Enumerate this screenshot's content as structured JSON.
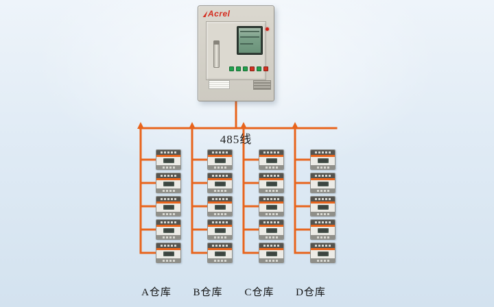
{
  "colors": {
    "accent": "#e8641c",
    "background": "#dfeaf4",
    "brand_red": "#d42b1e"
  },
  "cabinet": {
    "brand": "Acrel"
  },
  "bus": {
    "label": "485线"
  },
  "columns": [
    {
      "id": "a",
      "label": "A仓库",
      "device_count": 5
    },
    {
      "id": "b",
      "label": "B仓库",
      "device_count": 5
    },
    {
      "id": "c",
      "label": "C仓库",
      "device_count": 5
    },
    {
      "id": "d",
      "label": "D仓库",
      "device_count": 5
    }
  ]
}
